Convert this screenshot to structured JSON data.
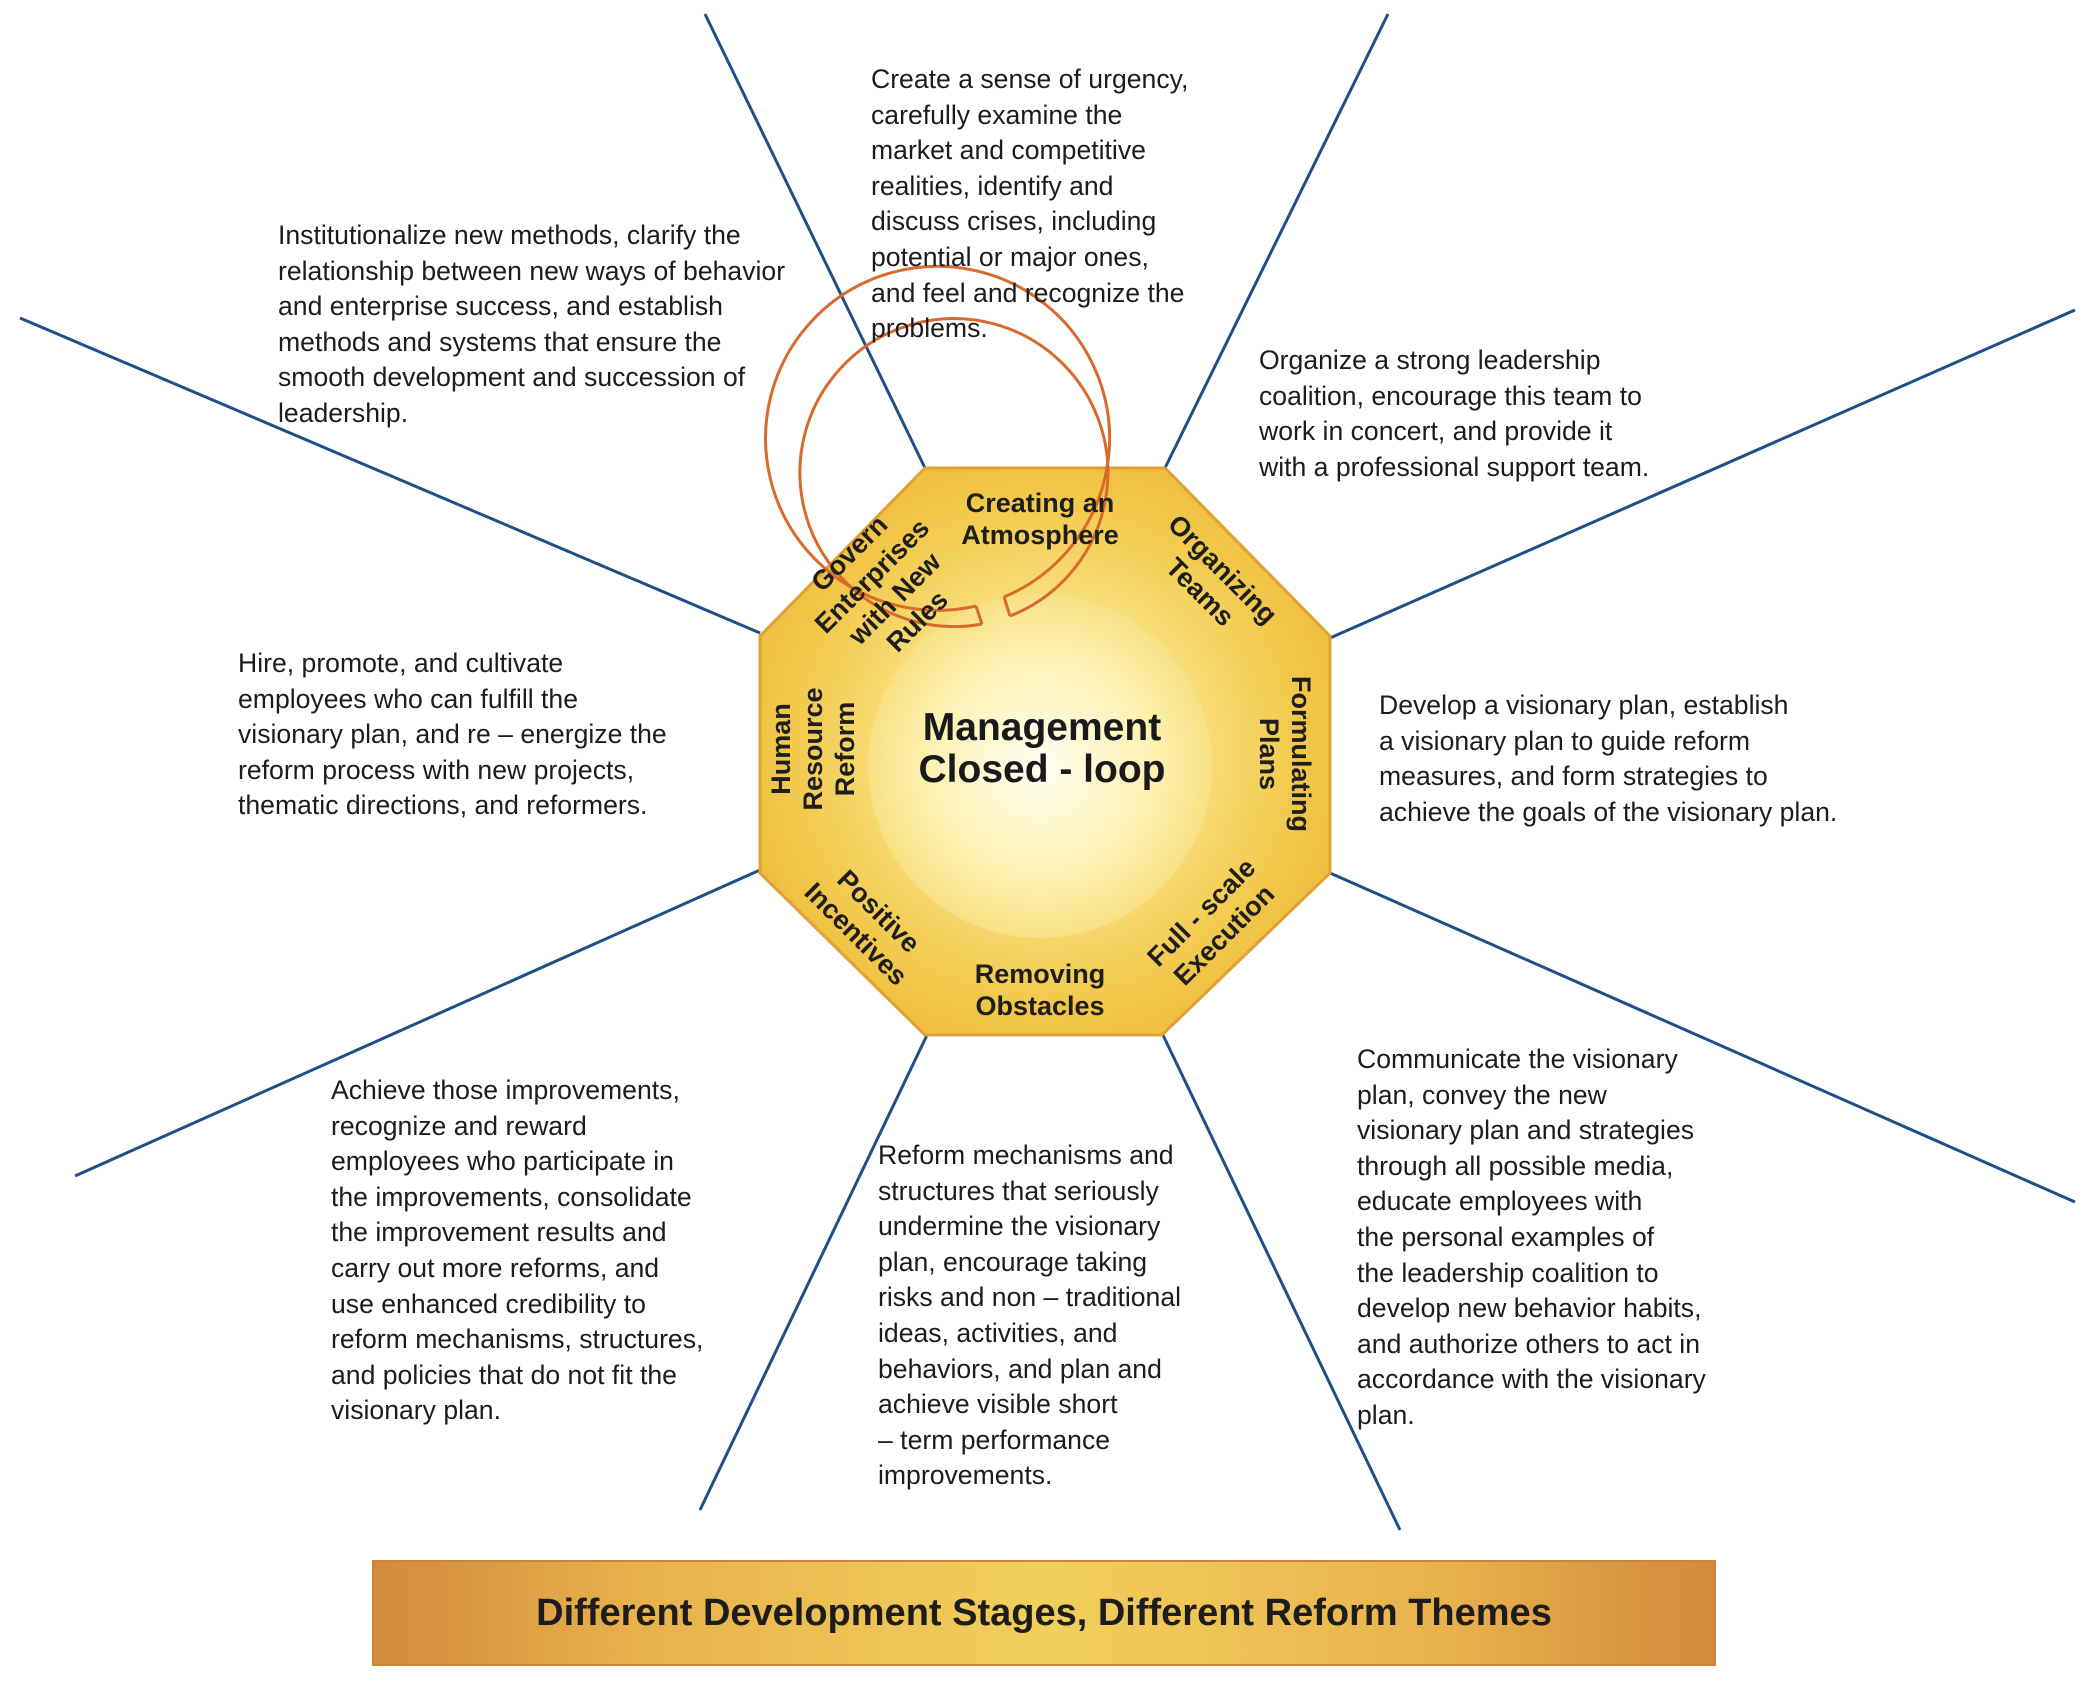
{
  "center": {
    "line1": "Management",
    "line2": "Closed - loop"
  },
  "stages": {
    "creating_atmosphere": [
      "Creating an",
      "Atmosphere"
    ],
    "organizing_teams": [
      "Organizing",
      "Teams"
    ],
    "formulating_plans": [
      "Formulating",
      "Plans"
    ],
    "full_scale_execution": [
      "Full - scale",
      "Execution"
    ],
    "removing_obstacles": [
      "Removing",
      "Obstacles"
    ],
    "positive_incentives": [
      "Positive",
      "Incentives"
    ],
    "human_resource_reform": [
      "Human",
      "Resource",
      "Reform"
    ],
    "govern_enterprises": [
      "Govern",
      "Enterprises",
      "with New",
      "Rules"
    ]
  },
  "descriptions": {
    "creating_atmosphere": "Create a sense of urgency,\ncarefully examine the\nmarket and competitive\nrealities, identify and\ndiscuss crises, including\npotential or major ones,\nand feel and recognize the\nproblems.",
    "organizing_teams": "Organize a strong leadership\ncoalition, encourage this team to\nwork in concert, and provide it\nwith a professional support team.",
    "formulating_plans": "Develop a visionary plan, establish\na visionary plan to guide reform\nmeasures, and form strategies to\nachieve the goals of the visionary plan.",
    "full_scale_execution": "Communicate the visionary\nplan, convey the new\nvisionary plan and strategies\nthrough all possible media,\neducate employees with\nthe personal examples of\nthe leadership coalition to\ndevelop new behavior habits,\nand authorize others to act in\naccordance with the visionary\nplan.",
    "removing_obstacles": "Reform mechanisms and\nstructures that seriously\nundermine the visionary\nplan, encourage taking\nrisks and non – traditional\nideas, activities, and\nbehaviors, and plan and\nachieve visible short\n– term performance\nimprovements.",
    "positive_incentives": "Achieve those improvements,\nrecognize and reward\nemployees who participate in\nthe improvements, consolidate\nthe improvement results and\ncarry out more reforms, and\nuse enhanced credibility to\nreform mechanisms, structures,\nand policies that do not fit the\nvisionary plan.",
    "human_resource_reform": "Hire, promote, and cultivate\nemployees who can fulfill the\nvisionary plan, and re – energize the\nreform process with new projects,\nthematic directions, and reformers.",
    "govern_enterprises": "Institutionalize new methods, clarify the\nrelationship between new ways of behavior\nand enterprise success, and establish\nmethods and systems that ensure the\nsmooth development and succession of\nleadership."
  },
  "banner": {
    "text": "Different Development Stages, Different Reform Themes"
  },
  "colors": {
    "octagon_fill_center": "#fff6c2",
    "octagon_fill_edge": "#efbf3f",
    "octagon_stroke": "#e0a032",
    "ring_stroke": "#d86a2c",
    "divider_line": "#1f4f86",
    "banner_gold": "#f1cf5c",
    "banner_copper": "#d48a3c"
  }
}
